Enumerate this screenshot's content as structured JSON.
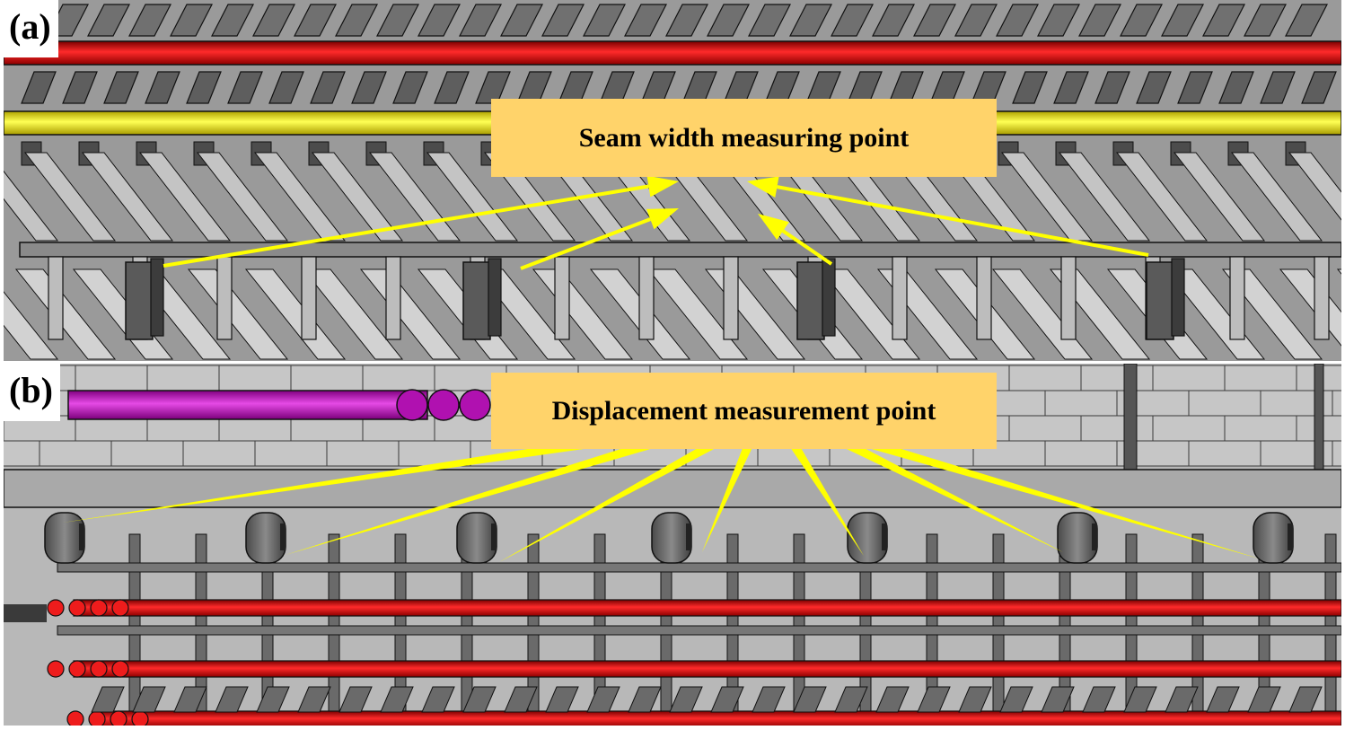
{
  "panels": [
    {
      "id": "a",
      "label": "(a)",
      "callout": "Seam width measuring point",
      "callout_color": "#ffd36a",
      "arrow_color": "#ffff00",
      "sensor_count": 4
    },
    {
      "id": "b",
      "label": "(b)",
      "callout": "Displacement measurement point",
      "callout_color": "#ffd36a",
      "arrow_color": "#ffff00",
      "sensor_count": 7
    }
  ],
  "colors": {
    "red_pipe": "#ee1c1c",
    "yellow_pipe": "#ffff33",
    "magenta_pipe": "#d21ad2",
    "segment_light": "#c4c4c4",
    "segment_dark": "#5a5a5a",
    "outline": "#111111"
  }
}
